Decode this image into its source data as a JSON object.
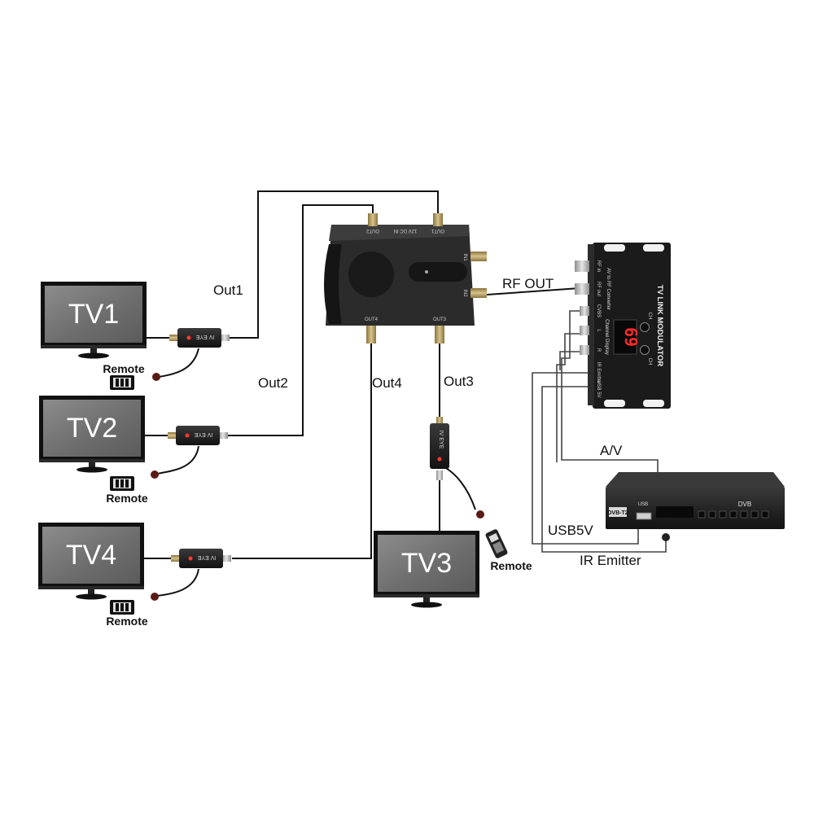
{
  "tvs": {
    "tv1": "TV1",
    "tv2": "TV2",
    "tv3": "TV3",
    "tv4": "TV4"
  },
  "outputs": {
    "out1": "Out1",
    "out2": "Out2",
    "out3": "Out3",
    "out4": "Out4"
  },
  "remote_label": "Remote",
  "ir_eye_label": "IV EYE",
  "splitter": {
    "port_out1": "OUT1",
    "port_out2": "OUT2",
    "port_out3": "OUT3",
    "port_out4": "OUT4",
    "port_dc": "12V DC IN",
    "port_in1": "IN1",
    "port_in2": "IN2"
  },
  "modulator": {
    "title": "TV LINK MODULATOR",
    "subtitle": "AV to RF Converter",
    "display": "69",
    "channel_label": "Channel Display",
    "ch_up": "CH",
    "ch_down": "CH",
    "port_rf_in": "RF in",
    "port_rf_out": "RF out",
    "port_cvbs": "CVBS",
    "port_l": "L",
    "port_r": "R",
    "port_ir": "IR Emitter",
    "port_usb": "USB 5V"
  },
  "connections": {
    "rf_out": "RF OUT",
    "av": "A/V",
    "usb5v": "USB5V",
    "ir_emitter": "IR Emitter"
  },
  "receiver": {
    "brand": "DVB",
    "model": "DVB-T2",
    "usb": "USB"
  },
  "colors": {
    "screen": "#7a7a7a",
    "device": "#1e1e1e",
    "wire": "#111111",
    "display_led": "#ff2a2a",
    "connector_gold": "#b39a5a"
  }
}
